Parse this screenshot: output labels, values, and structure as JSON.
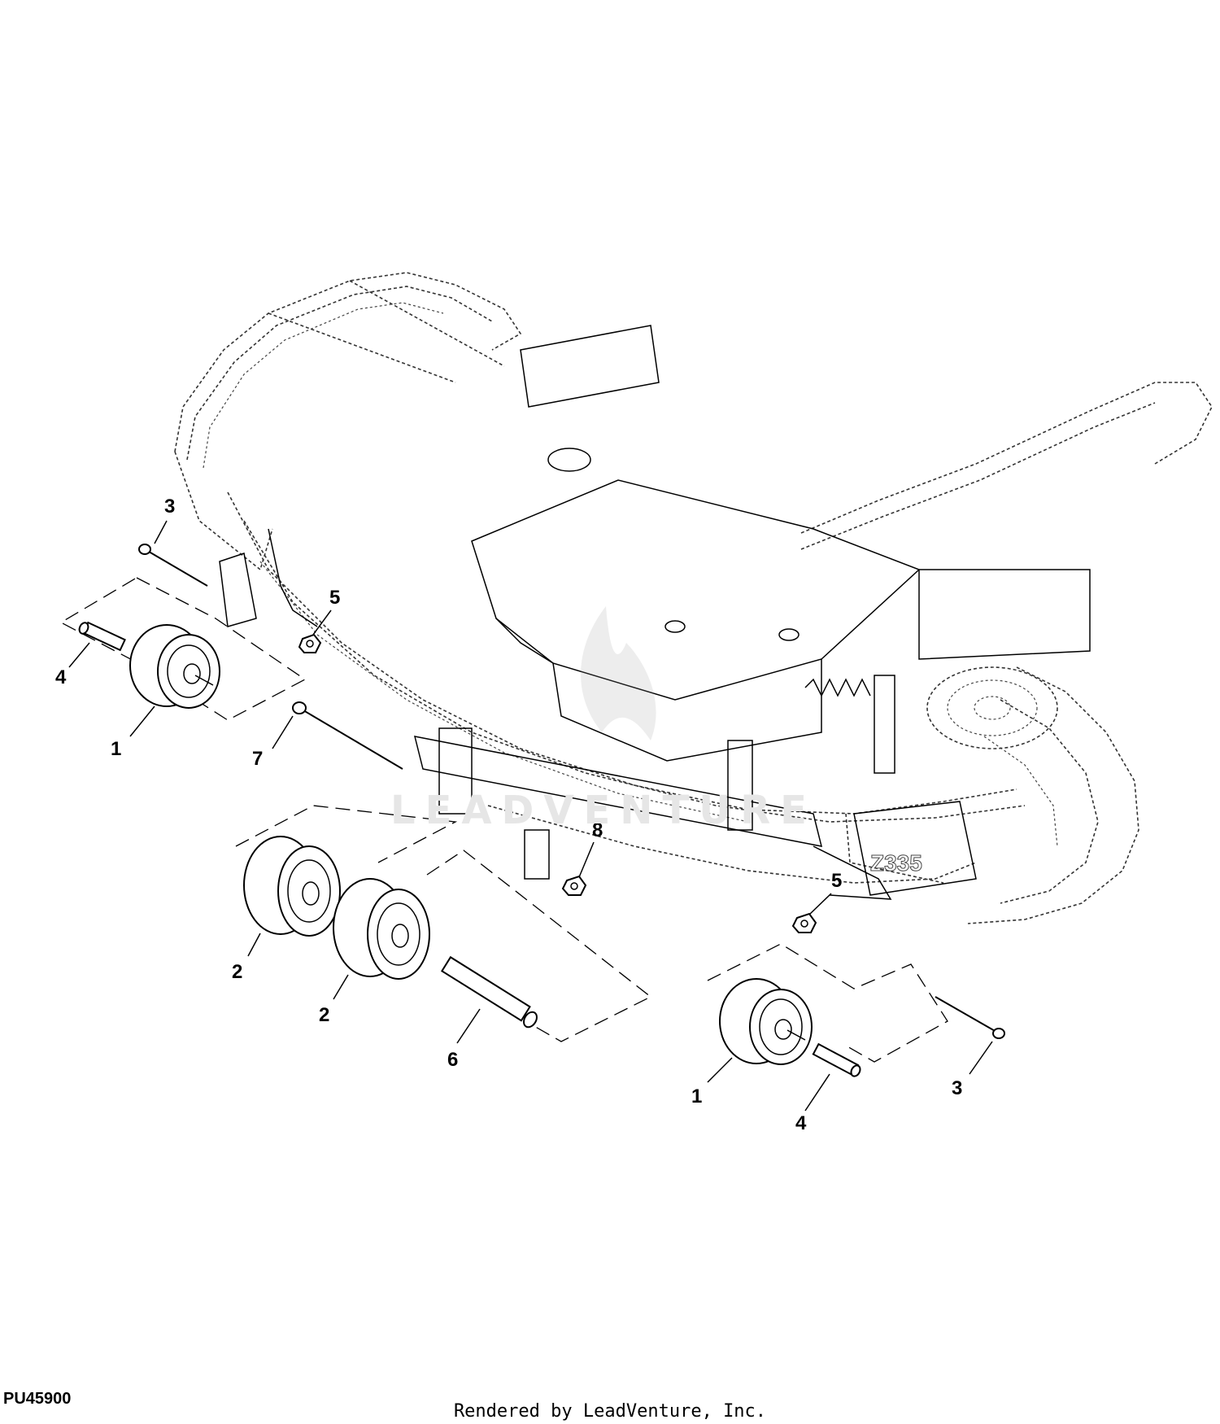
{
  "figure": {
    "id": "PU45900",
    "credit": "Rendered by LeadVenture, Inc.",
    "watermark": "LEADVENTURE"
  },
  "callouts": [
    {
      "key": "c3a",
      "label": "3"
    },
    {
      "key": "c5a",
      "label": "5"
    },
    {
      "key": "c4a",
      "label": "4"
    },
    {
      "key": "c1a",
      "label": "1"
    },
    {
      "key": "c7",
      "label": "7"
    },
    {
      "key": "c8",
      "label": "8"
    },
    {
      "key": "c5b",
      "label": "5"
    },
    {
      "key": "c2a",
      "label": "2"
    },
    {
      "key": "c2b",
      "label": "2"
    },
    {
      "key": "c6",
      "label": "6"
    },
    {
      "key": "c1b",
      "label": "1"
    },
    {
      "key": "c4b",
      "label": "4"
    },
    {
      "key": "c3b",
      "label": "3"
    }
  ]
}
